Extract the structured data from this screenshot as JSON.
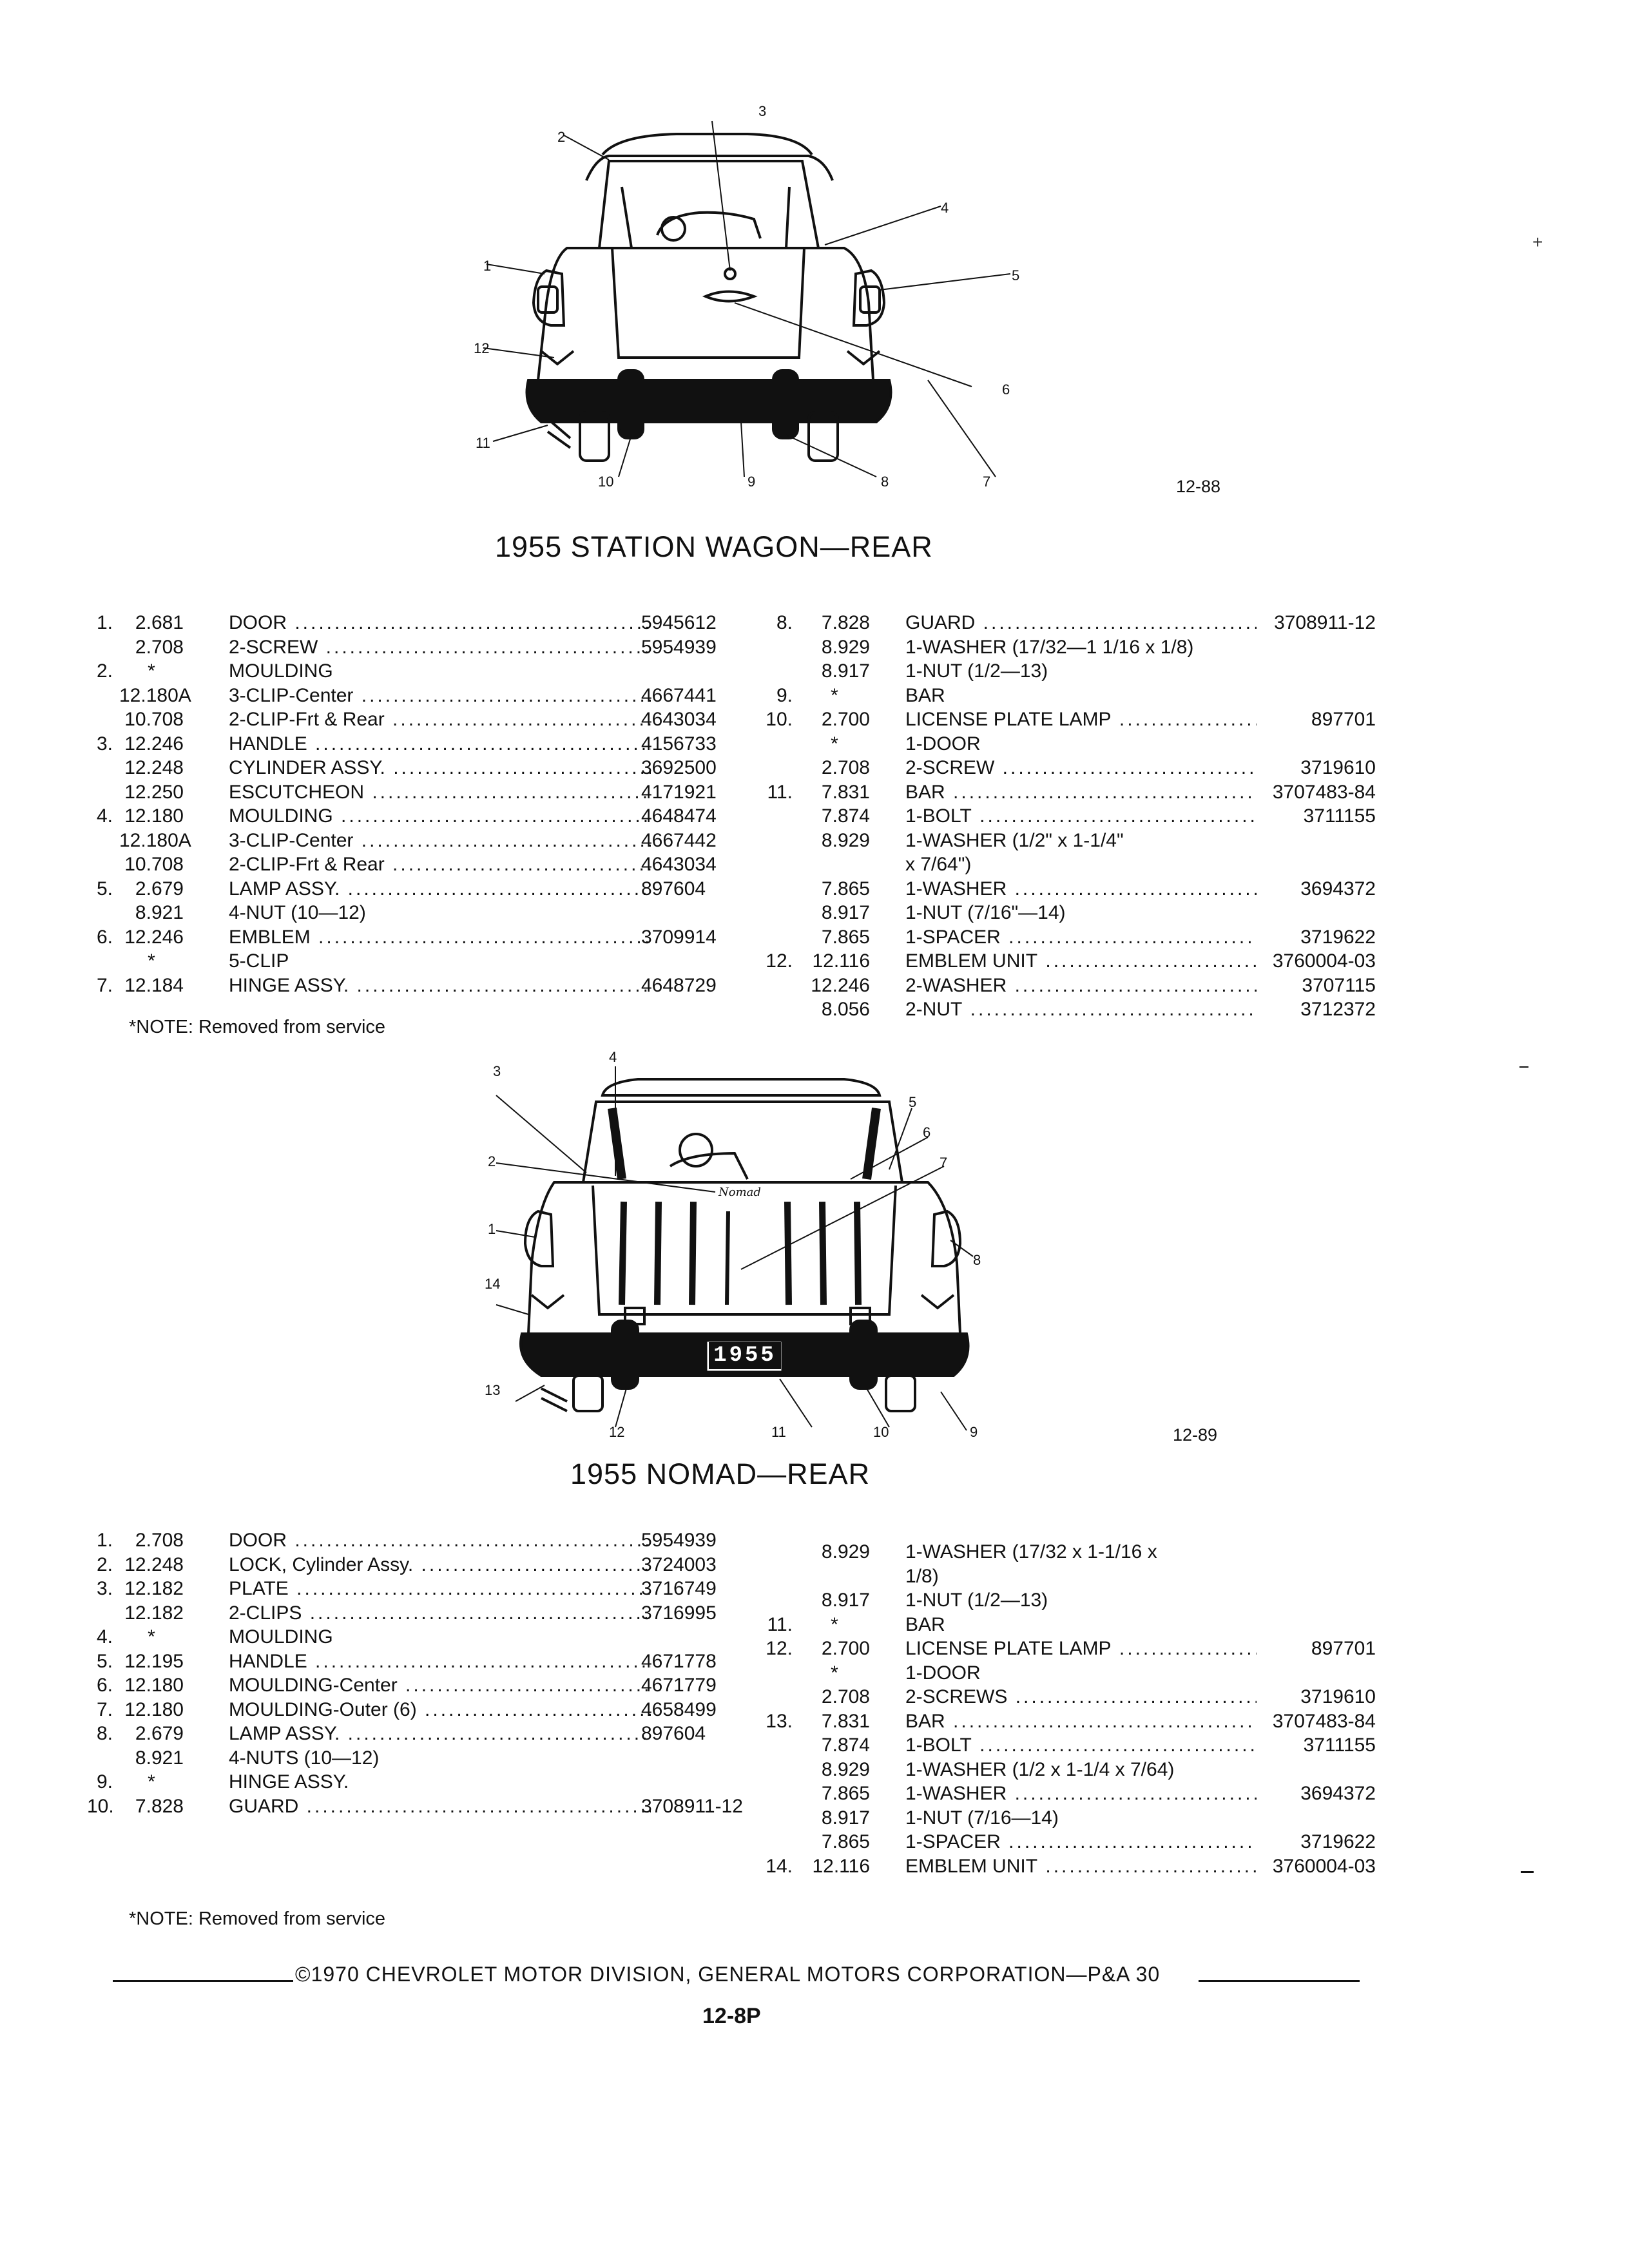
{
  "figure1": {
    "title": "1955 STATION WAGON—REAR",
    "figure_number": "12-88",
    "callouts": [
      "1",
      "2",
      "3",
      "4",
      "5",
      "6",
      "7",
      "8",
      "9",
      "10",
      "11",
      "12"
    ],
    "left_column": [
      {
        "idx": "1.",
        "grp": "2.681",
        "desc": "DOOR",
        "part": "5945612"
      },
      {
        "idx": "",
        "grp": "2.708",
        "desc": "2-SCREW",
        "part": "5954939"
      },
      {
        "idx": "2.",
        "grp": "*",
        "desc": "MOULDING",
        "part": ""
      },
      {
        "idx": "",
        "grp": "12.180A",
        "desc": "3-CLIP-Center",
        "part": "4667441"
      },
      {
        "idx": "",
        "grp": "10.708",
        "desc": "2-CLIP-Frt & Rear",
        "part": "4643034"
      },
      {
        "idx": "3.",
        "grp": "12.246",
        "desc": "HANDLE",
        "part": "4156733"
      },
      {
        "idx": "",
        "grp": "12.248",
        "desc": "CYLINDER ASSY.",
        "part": "3692500"
      },
      {
        "idx": "",
        "grp": "12.250",
        "desc": "ESCUTCHEON",
        "part": "4171921"
      },
      {
        "idx": "4.",
        "grp": "12.180",
        "desc": "MOULDING",
        "part": "4648474"
      },
      {
        "idx": "",
        "grp": "12.180A",
        "desc": "3-CLIP-Center",
        "part": "4667442"
      },
      {
        "idx": "",
        "grp": "10.708",
        "desc": "2-CLIP-Frt & Rear",
        "part": "4643034"
      },
      {
        "idx": "5.",
        "grp": "2.679",
        "desc": "LAMP ASSY.",
        "part": "897604"
      },
      {
        "idx": "",
        "grp": "8.921",
        "desc": "4-NUT (10—12)",
        "part": ""
      },
      {
        "idx": "6.",
        "grp": "12.246",
        "desc": "EMBLEM",
        "part": "3709914"
      },
      {
        "idx": "",
        "grp": "*",
        "desc": "5-CLIP",
        "part": ""
      },
      {
        "idx": "7.",
        "grp": "12.184",
        "desc": "HINGE ASSY.",
        "part": "4648729"
      }
    ],
    "right_column": [
      {
        "idx": "8.",
        "grp": "7.828",
        "desc": "GUARD",
        "part": "3708911-12"
      },
      {
        "idx": "",
        "grp": "8.929",
        "desc": "1-WASHER (17/32—1 1/16 x 1/8)",
        "part": ""
      },
      {
        "idx": "",
        "grp": "8.917",
        "desc": "1-NUT (1/2—13)",
        "part": ""
      },
      {
        "idx": "9.",
        "grp": "*",
        "desc": "BAR",
        "part": ""
      },
      {
        "idx": "10.",
        "grp": "2.700",
        "desc": "LICENSE PLATE LAMP",
        "part": "897701"
      },
      {
        "idx": "",
        "grp": "*",
        "desc": "1-DOOR",
        "part": ""
      },
      {
        "idx": "",
        "grp": "2.708",
        "desc": "2-SCREW",
        "part": "3719610"
      },
      {
        "idx": "11.",
        "grp": "7.831",
        "desc": "BAR",
        "part": "3707483-84"
      },
      {
        "idx": "",
        "grp": "7.874",
        "desc": "1-BOLT",
        "part": "3711155"
      },
      {
        "idx": "",
        "grp": "8.929",
        "desc": "1-WASHER (1/2\" x 1-1/4\"",
        "part": ""
      },
      {
        "idx": "",
        "grp": "",
        "desc": "x 7/64\")",
        "part": ""
      },
      {
        "idx": "",
        "grp": "7.865",
        "desc": "1-WASHER",
        "part": "3694372"
      },
      {
        "idx": "",
        "grp": "8.917",
        "desc": "1-NUT (7/16\"—14)",
        "part": ""
      },
      {
        "idx": "",
        "grp": "7.865",
        "desc": "1-SPACER",
        "part": "3719622"
      },
      {
        "idx": "12.",
        "grp": "12.116",
        "desc": "EMBLEM UNIT",
        "part": "3760004-03"
      },
      {
        "idx": "",
        "grp": "12.246",
        "desc": "2-WASHER",
        "part": "3707115"
      },
      {
        "idx": "",
        "grp": "8.056",
        "desc": "2-NUT",
        "part": "3712372"
      }
    ],
    "note": "*NOTE: Removed from service"
  },
  "figure2": {
    "title": "1955 NOMAD—REAR",
    "figure_number": "12-89",
    "plate_text": "1955",
    "script_text": "Nomad",
    "callouts": [
      "1",
      "2",
      "3",
      "4",
      "5",
      "6",
      "7",
      "8",
      "9",
      "10",
      "11",
      "12",
      "13",
      "14"
    ],
    "left_column": [
      {
        "idx": "1.",
        "grp": "2.708",
        "desc": "DOOR",
        "part": "5954939"
      },
      {
        "idx": "2.",
        "grp": "12.248",
        "desc": "LOCK, Cylinder Assy.",
        "part": "3724003"
      },
      {
        "idx": "3.",
        "grp": "12.182",
        "desc": "PLATE",
        "part": "3716749"
      },
      {
        "idx": "",
        "grp": "12.182",
        "desc": "2-CLIPS",
        "part": "3716995"
      },
      {
        "idx": "4.",
        "grp": "*",
        "desc": "MOULDING",
        "part": ""
      },
      {
        "idx": "5.",
        "grp": "12.195",
        "desc": "HANDLE",
        "part": "4671778"
      },
      {
        "idx": "6.",
        "grp": "12.180",
        "desc": "MOULDING-Center",
        "part": "4671779"
      },
      {
        "idx": "7.",
        "grp": "12.180",
        "desc": "MOULDING-Outer (6)",
        "part": "4658499"
      },
      {
        "idx": "8.",
        "grp": "2.679",
        "desc": "LAMP ASSY.",
        "part": "897604"
      },
      {
        "idx": "",
        "grp": "8.921",
        "desc": "4-NUTS (10—12)",
        "part": ""
      },
      {
        "idx": "9.",
        "grp": "*",
        "desc": "HINGE ASSY.",
        "part": ""
      },
      {
        "idx": "10.",
        "grp": "7.828",
        "desc": "GUARD",
        "part": "3708911-12"
      }
    ],
    "right_column": [
      {
        "idx": "",
        "grp": "8.929",
        "desc": "1-WASHER (17/32 x 1-1/16 x",
        "part": ""
      },
      {
        "idx": "",
        "grp": "",
        "desc": "1/8)",
        "part": ""
      },
      {
        "idx": "",
        "grp": "8.917",
        "desc": "1-NUT (1/2—13)",
        "part": ""
      },
      {
        "idx": "11.",
        "grp": "*",
        "desc": "BAR",
        "part": ""
      },
      {
        "idx": "12.",
        "grp": "2.700",
        "desc": "LICENSE PLATE LAMP",
        "part": "897701"
      },
      {
        "idx": "",
        "grp": "*",
        "desc": "1-DOOR",
        "part": ""
      },
      {
        "idx": "",
        "grp": "2.708",
        "desc": "2-SCREWS",
        "part": "3719610"
      },
      {
        "idx": "13.",
        "grp": "7.831",
        "desc": "BAR",
        "part": "3707483-84"
      },
      {
        "idx": "",
        "grp": "7.874",
        "desc": "1-BOLT",
        "part": "3711155"
      },
      {
        "idx": "",
        "grp": "8.929",
        "desc": "1-WASHER (1/2 x 1-1/4 x 7/64)",
        "part": ""
      },
      {
        "idx": "",
        "grp": "7.865",
        "desc": "1-WASHER",
        "part": "3694372"
      },
      {
        "idx": "",
        "grp": "8.917",
        "desc": "1-NUT (7/16—14)",
        "part": ""
      },
      {
        "idx": "",
        "grp": "7.865",
        "desc": "1-SPACER",
        "part": "3719622"
      },
      {
        "idx": "14.",
        "grp": "12.116",
        "desc": "EMBLEM UNIT",
        "part": "3760004-03"
      }
    ],
    "note": "*NOTE: Removed from service"
  },
  "footer": {
    "copyright": "©1970 CHEVROLET MOTOR DIVISION, GENERAL MOTORS CORPORATION—P&A 30",
    "page_number": "12-8P"
  }
}
